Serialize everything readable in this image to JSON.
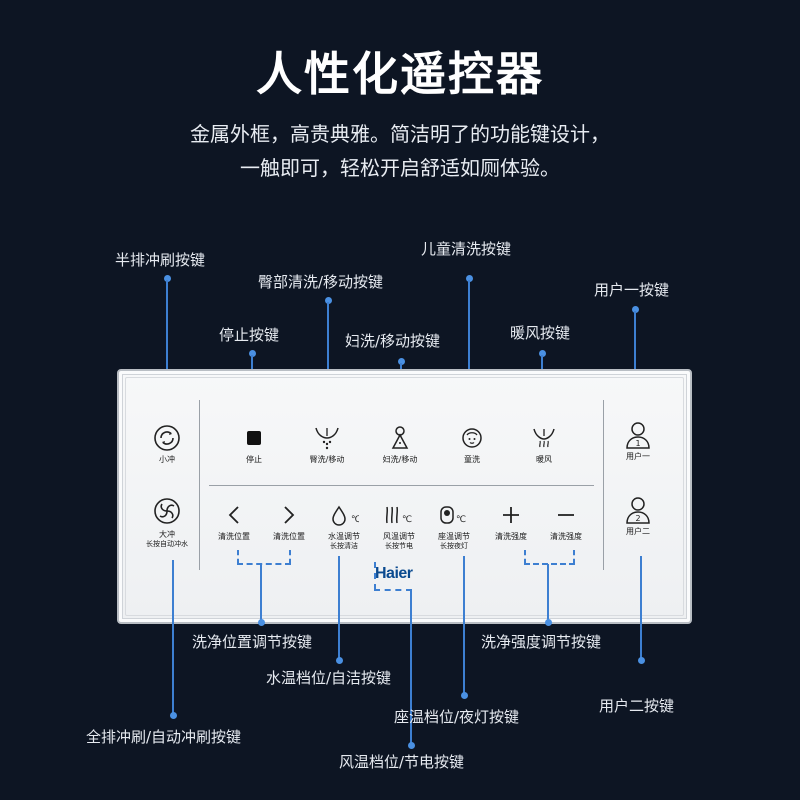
{
  "header": {
    "title": "人性化遥控器",
    "subtitle_line1": "金属外框，高贵典雅。简洁明了的功能键设计，",
    "subtitle_line2": "一触即可，轻松开启舒适如厕体验。"
  },
  "brand": {
    "logo": "Haier",
    "accent_color": "#3d7fd1",
    "background": "#0d1523"
  },
  "remote": {
    "small_flush": {
      "label": "小冲",
      "icon": "small-flush-icon"
    },
    "big_flush": {
      "label": "大冲",
      "sub": "长按自动冲水",
      "icon": "big-flush-icon"
    },
    "stop": {
      "label": "停止",
      "icon": "stop-icon"
    },
    "rear_wash": {
      "label": "臀洗/移动",
      "icon": "rear-wash-icon"
    },
    "women_wash": {
      "label": "妇洗/移动",
      "icon": "women-wash-icon"
    },
    "child_wash": {
      "label": "童洗",
      "icon": "child-wash-icon"
    },
    "warm_air": {
      "label": "暖风",
      "icon": "warm-air-icon"
    },
    "user1": {
      "label": "用户一",
      "icon": "user-1-icon"
    },
    "user2": {
      "label": "用户二",
      "icon": "user-2-icon"
    },
    "pos_left": {
      "label": "清洗位置",
      "icon": "chevron-left-icon"
    },
    "pos_right": {
      "label": "清洗位置",
      "icon": "chevron-right-icon"
    },
    "water_temp": {
      "label": "水温调节",
      "sub": "长按清洁",
      "icon": "water-temp-icon"
    },
    "air_temp": {
      "label": "风温调节",
      "sub": "长按节电",
      "icon": "air-temp-icon"
    },
    "seat_temp": {
      "label": "座温调节",
      "sub": "长按夜灯",
      "icon": "seat-temp-icon"
    },
    "strength_up": {
      "label": "清洗强度",
      "icon": "plus-icon"
    },
    "strength_down": {
      "label": "清洗强度",
      "icon": "minus-icon"
    }
  },
  "callouts": {
    "half_flush": "半排冲刷按键",
    "rear_wash": "臀部清洗/移动按键",
    "child_wash": "儿童清洗按键",
    "user1": "用户一按键",
    "stop": "停止按键",
    "women_wash": "妇洗/移动按键",
    "warm_air": "暖风按键",
    "wash_position": "洗净位置调节按键",
    "wash_strength": "洗净强度调节按键",
    "water_temp": "水温档位/自洁按键",
    "user2": "用户二按键",
    "seat_temp": "座温档位/夜灯按键",
    "full_flush": "全排冲刷/自动冲刷按键",
    "air_temp": "风温档位/节电按键"
  }
}
